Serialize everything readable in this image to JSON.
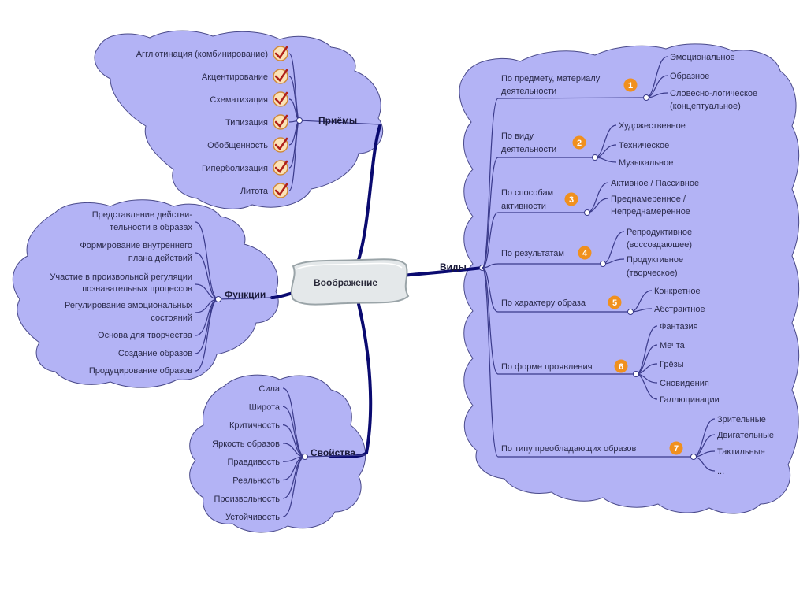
{
  "center": {
    "label": "Воображение"
  },
  "priemy": {
    "label": "Приёмы",
    "items": [
      "Агглютинация (комбинирование)",
      "Акцентирование",
      "Схематизация",
      "Типизация",
      "Обобщенность",
      "Гиперболизация",
      "Литота"
    ],
    "item_icon": "checkmark-icon"
  },
  "funkcii": {
    "label": "Функции",
    "items": [
      [
        "Представление действи-",
        "тельности  в образах"
      ],
      [
        "Формирование внутреннего",
        "плана действий"
      ],
      [
        "Участие в произвольной регуляции",
        "познавательных процессов"
      ],
      [
        "Регулирование эмоциональных",
        "состояний"
      ],
      [
        "Основа для творчества"
      ],
      [
        "Создание образов"
      ],
      [
        "Продуцирование образов"
      ]
    ]
  },
  "svoistva": {
    "label": "Свойства",
    "items": [
      "Сила",
      "Широта",
      "Критичность",
      "Яркость образов",
      "Правдивость",
      "Реальность",
      "Произвольность",
      "Устойчивость"
    ]
  },
  "vidy": {
    "label": "Виды",
    "badge_color": "#f0901e",
    "groups": [
      {
        "num": "1",
        "label": [
          "По предмету, материалу",
          "деятельности"
        ],
        "items": [
          [
            "Эмоциональное"
          ],
          [
            "Образное"
          ],
          [
            "Словесно-логическое",
            "(концептуальное)"
          ]
        ]
      },
      {
        "num": "2",
        "label": [
          "По виду",
          "деятельности"
        ],
        "items": [
          [
            "Художественное"
          ],
          [
            "Техническое"
          ],
          [
            "Музыкальное"
          ]
        ]
      },
      {
        "num": "3",
        "label": [
          "По способам",
          "активности"
        ],
        "items": [
          [
            "Активное / Пассивное"
          ],
          [
            "Преднамеренное /",
            "Непреднамеренное"
          ]
        ]
      },
      {
        "num": "4",
        "label": [
          "По результатам"
        ],
        "items": [
          [
            "Репродуктивное",
            "(воссоздающее)"
          ],
          [
            "Продуктивное",
            "(творческое)"
          ]
        ]
      },
      {
        "num": "5",
        "label": [
          "По характеру образа"
        ],
        "items": [
          [
            "Конкретное"
          ],
          [
            "Абстрактное"
          ]
        ]
      },
      {
        "num": "6",
        "label": [
          "По форме проявления"
        ],
        "items": [
          [
            "Фантазия"
          ],
          [
            "Мечта"
          ],
          [
            "Грёзы"
          ],
          [
            "Сновидения"
          ],
          [
            "Галлюцинации"
          ]
        ]
      },
      {
        "num": "7",
        "label": [
          "По типу преобладающих образов"
        ],
        "items": [
          [
            "Зрительные"
          ],
          [
            "Двигательные"
          ],
          [
            "Тактильные"
          ],
          [
            "..."
          ]
        ]
      }
    ]
  }
}
